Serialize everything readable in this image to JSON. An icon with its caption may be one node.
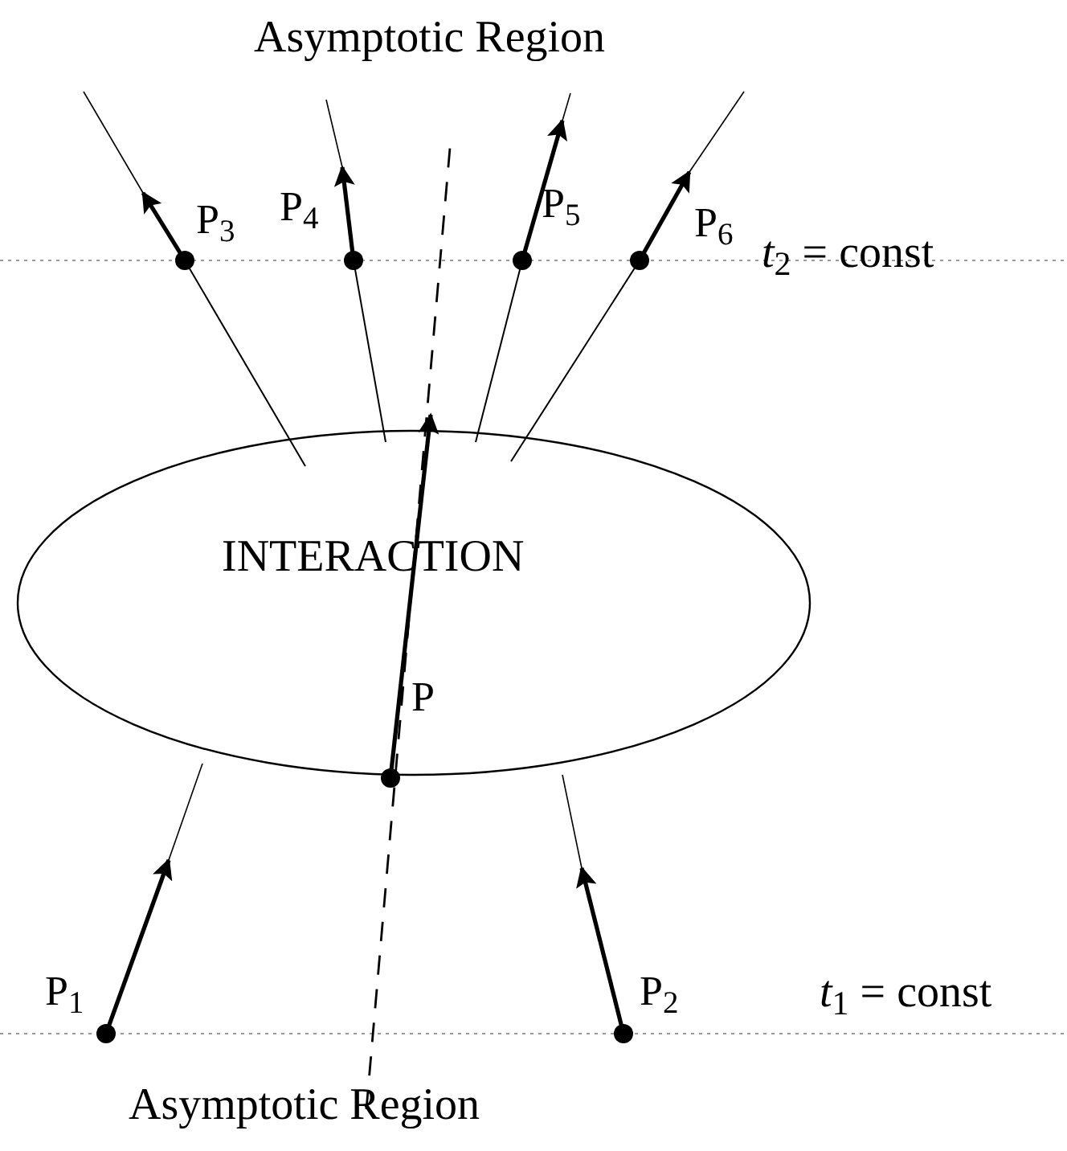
{
  "diagram": {
    "nodes": [
      {
        "text": [
          "INTERACTION"
        ]
      },
      {
        "text": [],
        "shape": "circle",
        "beside": [
          "P$_{1}$"
        ]
      },
      {
        "text": [],
        "shape": "circle",
        "beside": [
          "P$_{2}$"
        ]
      },
      {
        "text": [],
        "shape": "circle",
        "beside": [
          "P$_{3}$"
        ]
      },
      {
        "text": [],
        "shape": "circle",
        "beside": [
          "P$_{4}$"
        ]
      },
      {
        "text": [],
        "shape": "circle",
        "beside": [
          "P$_{5}$"
        ]
      },
      {
        "text": [],
        "shape": "circle",
        "beside": [
          "P$_{6}$"
        ]
      },
      {
        "text": [],
        "shape": "circle"
      }
    ],
    "edges": [
      {
        "from": 1,
        "to": null,
        "arrow": "to"
      },
      {
        "from": 2,
        "to": null,
        "arrow": "to"
      },
      {
        "from": 0,
        "to": 3,
        "arrow": "none"
      },
      {
        "from": 3,
        "to": null,
        "arrow": "to"
      },
      {
        "from": 0,
        "to": 4,
        "arrow": "none"
      },
      {
        "from": 4,
        "to": null,
        "arrow": "to"
      },
      {
        "from": 0,
        "to": 5,
        "arrow": "none"
      },
      {
        "from": 5,
        "to": null,
        "arrow": "to"
      },
      {
        "from": 0,
        "to": 6,
        "arrow": "none"
      },
      {
        "from": 6,
        "to": null,
        "arrow": "to"
      },
      {
        "from": 7,
        "to": 0,
        "arrow": "to"
      }
    ],
    "labels": [
      "Asymptotic Region",
      "*t*$_{2}$ = const",
      "P",
      "*t*$_{1}$ = const",
      "Asymptotic Region"
    ]
  }
}
